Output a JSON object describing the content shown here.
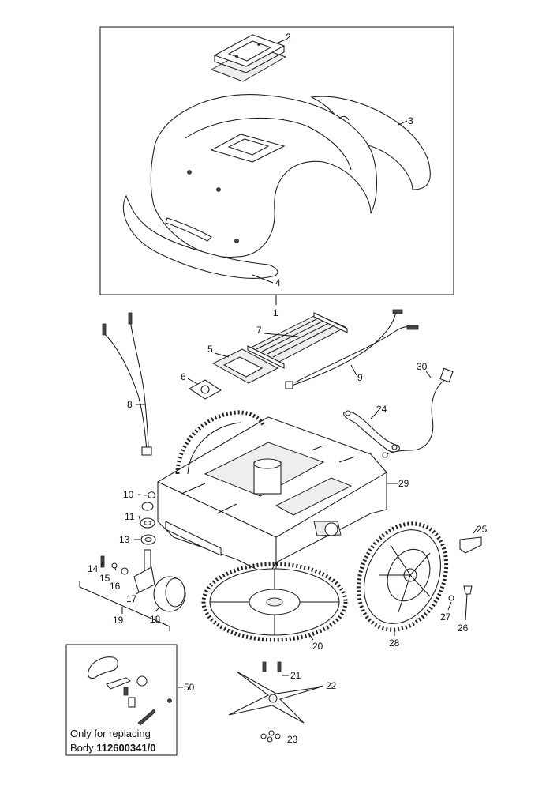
{
  "parts": [
    {
      "id": "1",
      "label": "1"
    },
    {
      "id": "2",
      "label": "2"
    },
    {
      "id": "3",
      "label": "3"
    },
    {
      "id": "4",
      "label": "4"
    },
    {
      "id": "5",
      "label": "5"
    },
    {
      "id": "6",
      "label": "6"
    },
    {
      "id": "7",
      "label": "7"
    },
    {
      "id": "8",
      "label": "8"
    },
    {
      "id": "9",
      "label": "9"
    },
    {
      "id": "10",
      "label": "10"
    },
    {
      "id": "11",
      "label": "11"
    },
    {
      "id": "13",
      "label": "13"
    },
    {
      "id": "14",
      "label": "14"
    },
    {
      "id": "15",
      "label": "15"
    },
    {
      "id": "16",
      "label": "16"
    },
    {
      "id": "17",
      "label": "17"
    },
    {
      "id": "18",
      "label": "18"
    },
    {
      "id": "19",
      "label": "19"
    },
    {
      "id": "20",
      "label": "20"
    },
    {
      "id": "21",
      "label": "21"
    },
    {
      "id": "22",
      "label": "22"
    },
    {
      "id": "23",
      "label": "23"
    },
    {
      "id": "24",
      "label": "24"
    },
    {
      "id": "25",
      "label": "25"
    },
    {
      "id": "26",
      "label": "26"
    },
    {
      "id": "27",
      "label": "27"
    },
    {
      "id": "28",
      "label": "28"
    },
    {
      "id": "29",
      "label": "29"
    },
    {
      "id": "30",
      "label": "30"
    },
    {
      "id": "50",
      "label": "50"
    }
  ],
  "inset": {
    "line1": "Only for replacing",
    "line2_prefix": "Body ",
    "line2_bold": "112600341/0"
  }
}
